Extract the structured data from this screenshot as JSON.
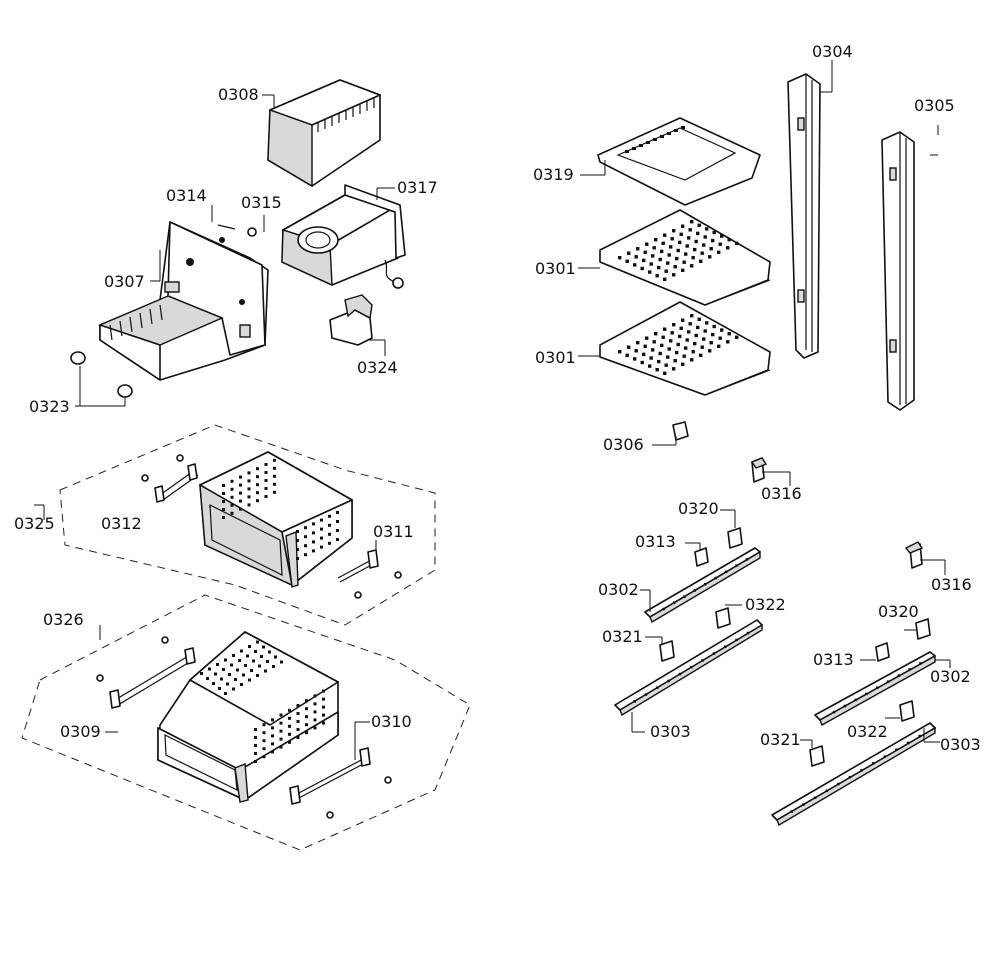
{
  "labels": {
    "p0301a": "0301",
    "p0301b": "0301",
    "p0302a": "0302",
    "p0302b": "0302",
    "p0303a": "0303",
    "p0303b": "0303",
    "p0304": "0304",
    "p0305": "0305",
    "p0306": "0306",
    "p0307": "0307",
    "p0308": "0308",
    "p0309": "0309",
    "p0310": "0310",
    "p0311": "0311",
    "p0312": "0312",
    "p0313a": "0313",
    "p0313b": "0313",
    "p0314": "0314",
    "p0315": "0315",
    "p0316a": "0316",
    "p0316b": "0316",
    "p0317": "0317",
    "p0319": "0319",
    "p0320a": "0320",
    "p0320b": "0320",
    "p0321a": "0321",
    "p0321b": "0321",
    "p0322a": "0322",
    "p0322b": "0322",
    "p0323": "0323",
    "p0324": "0324",
    "p0325": "0325",
    "p0326": "0326"
  }
}
